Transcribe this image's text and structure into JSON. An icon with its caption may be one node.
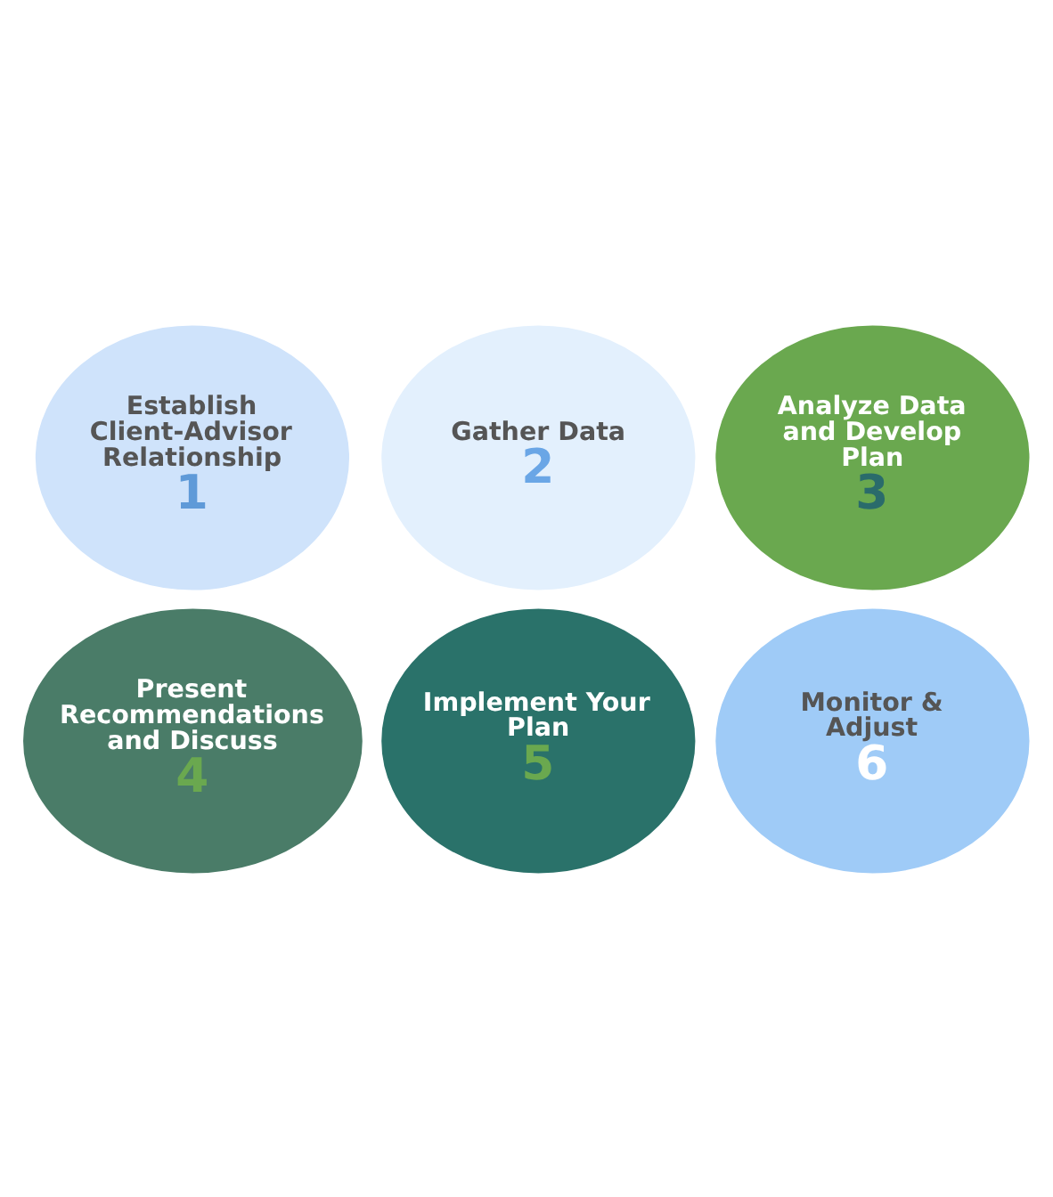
{
  "diagram": {
    "nodes": [
      {
        "text": [
          "Establish Client-Advisor Relationship",
          "1"
        ]
      },
      {
        "text": [
          "Gather Data",
          "2"
        ]
      },
      {
        "text": [
          "Analyze Data and Develop Plan",
          "3"
        ]
      },
      {
        "text": [
          "Present Recommendations and Discuss",
          "4"
        ]
      },
      {
        "text": [
          "Implement Your Plan",
          "5"
        ]
      },
      {
        "text": [
          "Monitor & Adjust",
          "6"
        ]
      }
    ]
  }
}
